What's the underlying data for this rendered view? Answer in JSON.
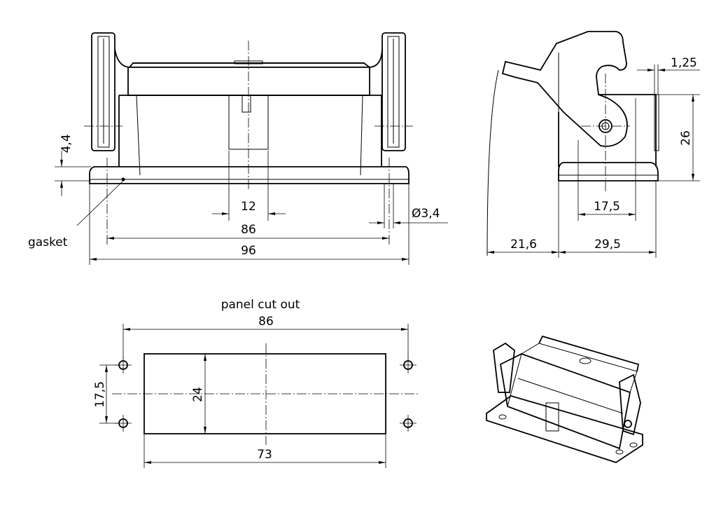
{
  "front_view": {
    "dim_height_base": "4,4",
    "gasket_label": "gasket",
    "dim_slot_width": "12",
    "dim_hole_spacing": "86",
    "dim_overall_width": "96",
    "dim_hole_diameter": "Ø3,4"
  },
  "side_view": {
    "dim_lever_gap": "1,25",
    "dim_height": "26",
    "dim_hole_spacing": "17,5",
    "dim_lever_swing": "21,6",
    "dim_depth": "29,5"
  },
  "panel_cutout": {
    "title": "panel cut out",
    "dim_hole_spacing_x": "86",
    "dim_hole_spacing_y": "17,5",
    "dim_cutout_height": "24",
    "dim_cutout_width": "73"
  },
  "colors": {
    "line": "#000000",
    "background": "#ffffff"
  }
}
